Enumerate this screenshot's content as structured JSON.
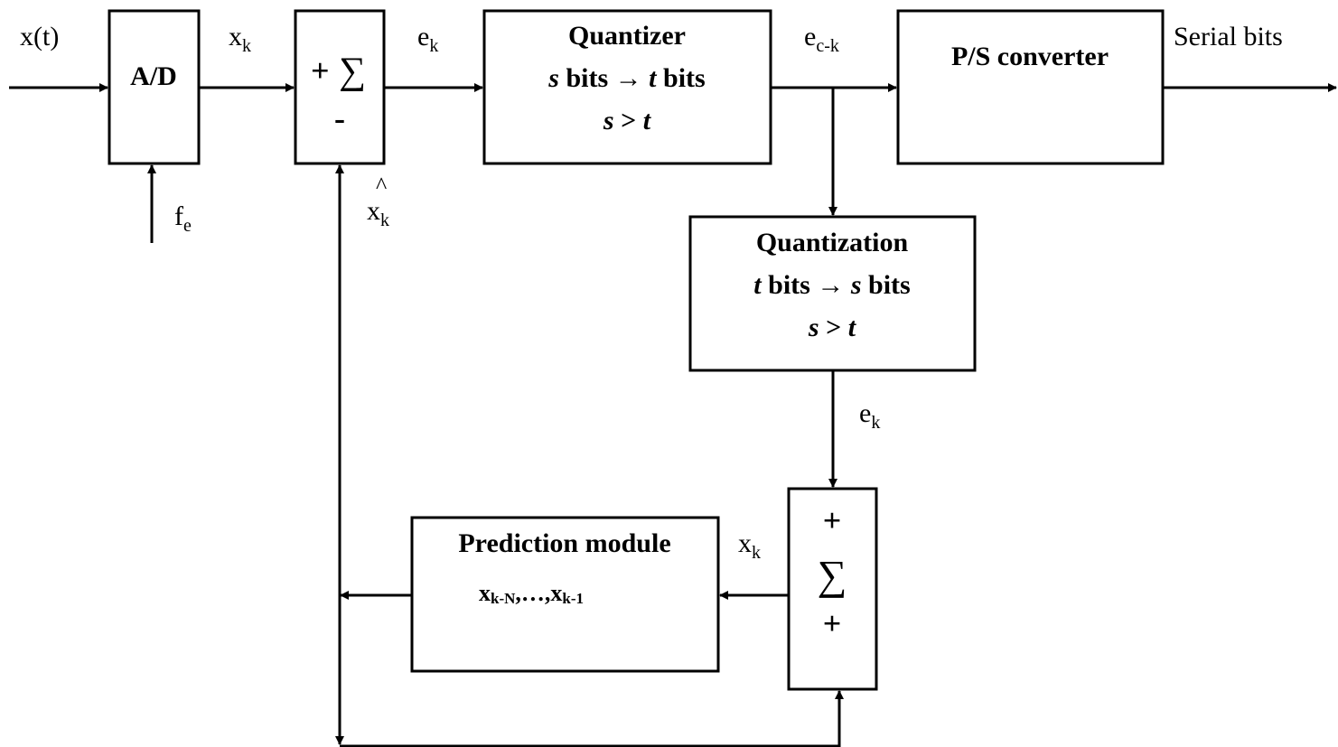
{
  "signals": {
    "input": {
      "base": "x(t)"
    },
    "sampled": {
      "base": "x",
      "sub": "k"
    },
    "sampling_freq": {
      "base": "f",
      "sub": "e"
    },
    "prediction": {
      "hat": "^",
      "base": "x",
      "sub": "k"
    },
    "error": {
      "base": "e",
      "sub": "k"
    },
    "quantized_error": {
      "base": "e",
      "sub": "c-k"
    },
    "output": {
      "base": "Serial bits"
    },
    "reconstructed_error": {
      "base": "e",
      "sub": "k"
    },
    "reconstructed_sample": {
      "base": "x",
      "sub": "k"
    }
  },
  "blocks": {
    "ad": {
      "label": "A/D"
    },
    "sum1": {
      "plus": "+",
      "sigma": "∑",
      "minus": "-"
    },
    "quantizer": {
      "title": "Quantizer",
      "line2": {
        "s": "s",
        "bits1": " bits ",
        "arrow": "→",
        "t": "t",
        "bits2": " bits"
      },
      "line3": {
        "s": "s",
        "op": " > ",
        "t": "t"
      }
    },
    "ps": {
      "label": "P/S converter"
    },
    "dequantizer": {
      "title": "Quantization",
      "line2": {
        "t": "t",
        "bits1": " bits ",
        "arrow": "→",
        "s": "s",
        "bits2": " bits"
      },
      "line3": {
        "s": "s",
        "op": " > ",
        "t": "t"
      }
    },
    "sum2": {
      "plus_top": "+",
      "sigma": "∑",
      "plus_bottom": "+"
    },
    "prediction": {
      "title": "Prediction module",
      "history": {
        "x1": "x",
        "s1": "k-N",
        "mid": ",…,",
        "x2": "x",
        "s2": "k-1"
      }
    }
  }
}
